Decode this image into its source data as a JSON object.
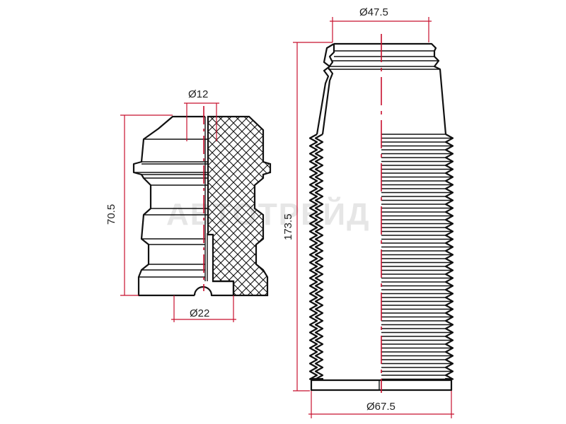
{
  "colors": {
    "outline": "#111111",
    "dimension_lines": "#c8102e",
    "watermark": "#e6e6e6"
  },
  "watermark": "АВТОТРЕЙД",
  "bump_stop": {
    "dimensions": {
      "top_diameter": "Ø12",
      "bottom_diameter": "Ø22",
      "height": "70.5"
    }
  },
  "dust_boot": {
    "dimensions": {
      "top_diameter": "Ø47.5",
      "bottom_diameter": "Ø67.5",
      "height": "173.5"
    }
  }
}
